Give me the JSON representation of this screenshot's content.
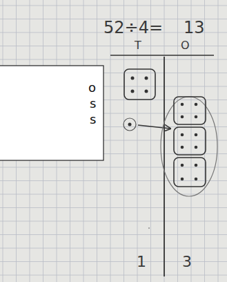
{
  "diagram": {
    "labels": [
      "52÷4=",
      "13",
      "T",
      "O",
      "1",
      "3",
      "o",
      "s",
      "s"
    ]
  }
}
